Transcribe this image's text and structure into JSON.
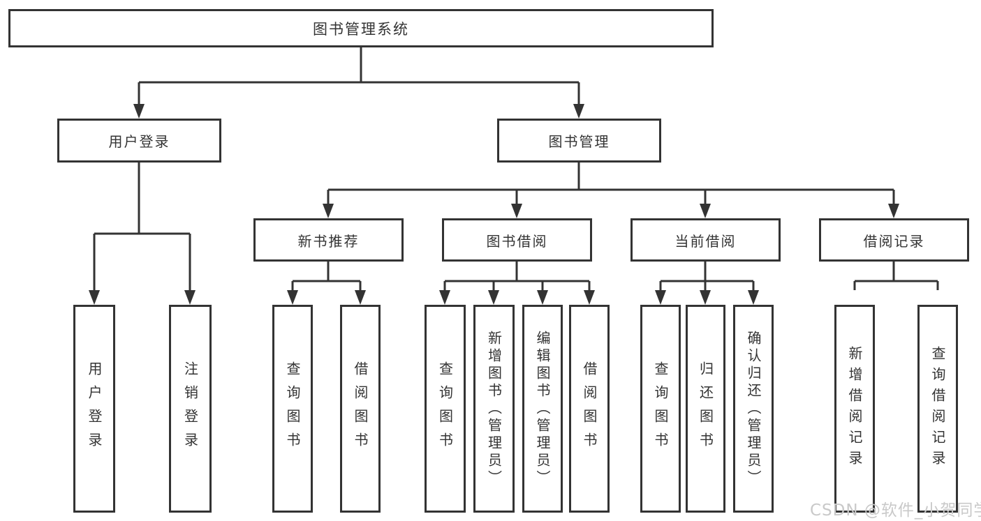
{
  "tree": {
    "label": "图书管理系统",
    "children": [
      {
        "label": "用户登录",
        "children": [
          {
            "label": "用户登录"
          },
          {
            "label": "注销登录"
          }
        ]
      },
      {
        "label": "图书管理",
        "children": [
          {
            "label": "新书推荐",
            "children": [
              {
                "label": "查询图书"
              },
              {
                "label": "借阅图书"
              }
            ]
          },
          {
            "label": "图书借阅",
            "children": [
              {
                "label": "查询图书"
              },
              {
                "label": "新增图书（管理员）"
              },
              {
                "label": "编辑图书（管理员）"
              },
              {
                "label": "借阅图书"
              }
            ]
          },
          {
            "label": "当前借阅",
            "children": [
              {
                "label": "查询图书"
              },
              {
                "label": "归还图书"
              },
              {
                "label": "确认归还（管理员）"
              }
            ]
          },
          {
            "label": "借阅记录",
            "children": [
              {
                "label": "新增借阅记录"
              },
              {
                "label": "查询借阅记录"
              }
            ]
          }
        ]
      }
    ]
  },
  "watermark": "CSDN @软件_小贺同学",
  "colors": {
    "line": "#333333",
    "text": "#333333",
    "watermark": "#c9c9c9",
    "background": "#ffffff"
  }
}
